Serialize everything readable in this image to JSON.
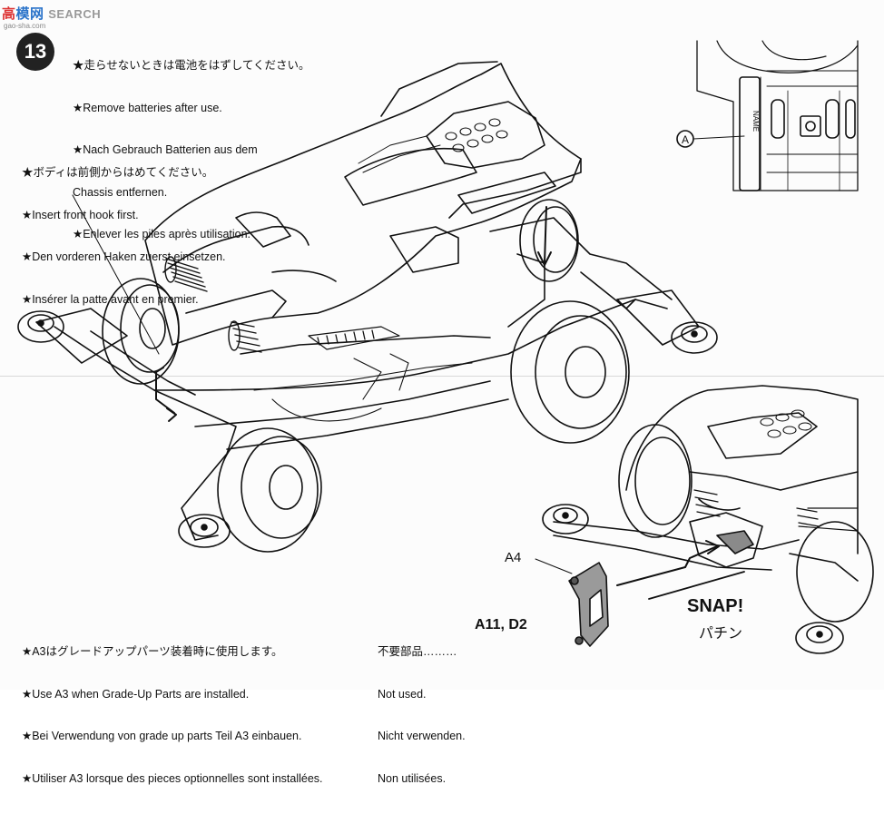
{
  "watermark": {
    "part1": "高",
    "part2": "模网",
    "part3": "SEARCH",
    "sub": "gao-sha.com"
  },
  "step_number": "13",
  "note_batteries": [
    "★走らせないときは電池をはずしてください。",
    "★Remove batteries after use.",
    "★Nach Gebrauch Batterien aus dem",
    "Chassis entfernen.",
    "★Enlever les piles après utilisation."
  ],
  "note_hook": [
    "★ボディは前側からはめてください。",
    "★Insert front hook first.",
    "★Den vorderen Haken zuerst einsetzen.",
    "★Insérer la patte avant en premier."
  ],
  "note_a3": [
    "★A3はグレードアップパーツ装着時に使用します。",
    "★Use A3 when Grade-Up Parts are installed.",
    "★Bei Verwendung von grade up parts Teil A3 einbauen.",
    "★Utiliser A3 lorsque des pieces optionnelles sont installées."
  ],
  "note_unused": [
    "不要部品………",
    "Not used.",
    "Nicht verwenden.",
    "Non utilisées."
  ],
  "unused_parts": "A11, D2",
  "label_a": "A",
  "label_name": "NAME",
  "label_a4": "A4",
  "snap": "SNAP!",
  "snap_jp": "パチン",
  "colors": {
    "ink": "#111111",
    "paper": "#fcfcfc",
    "part_gray": "#8a8a8a"
  }
}
